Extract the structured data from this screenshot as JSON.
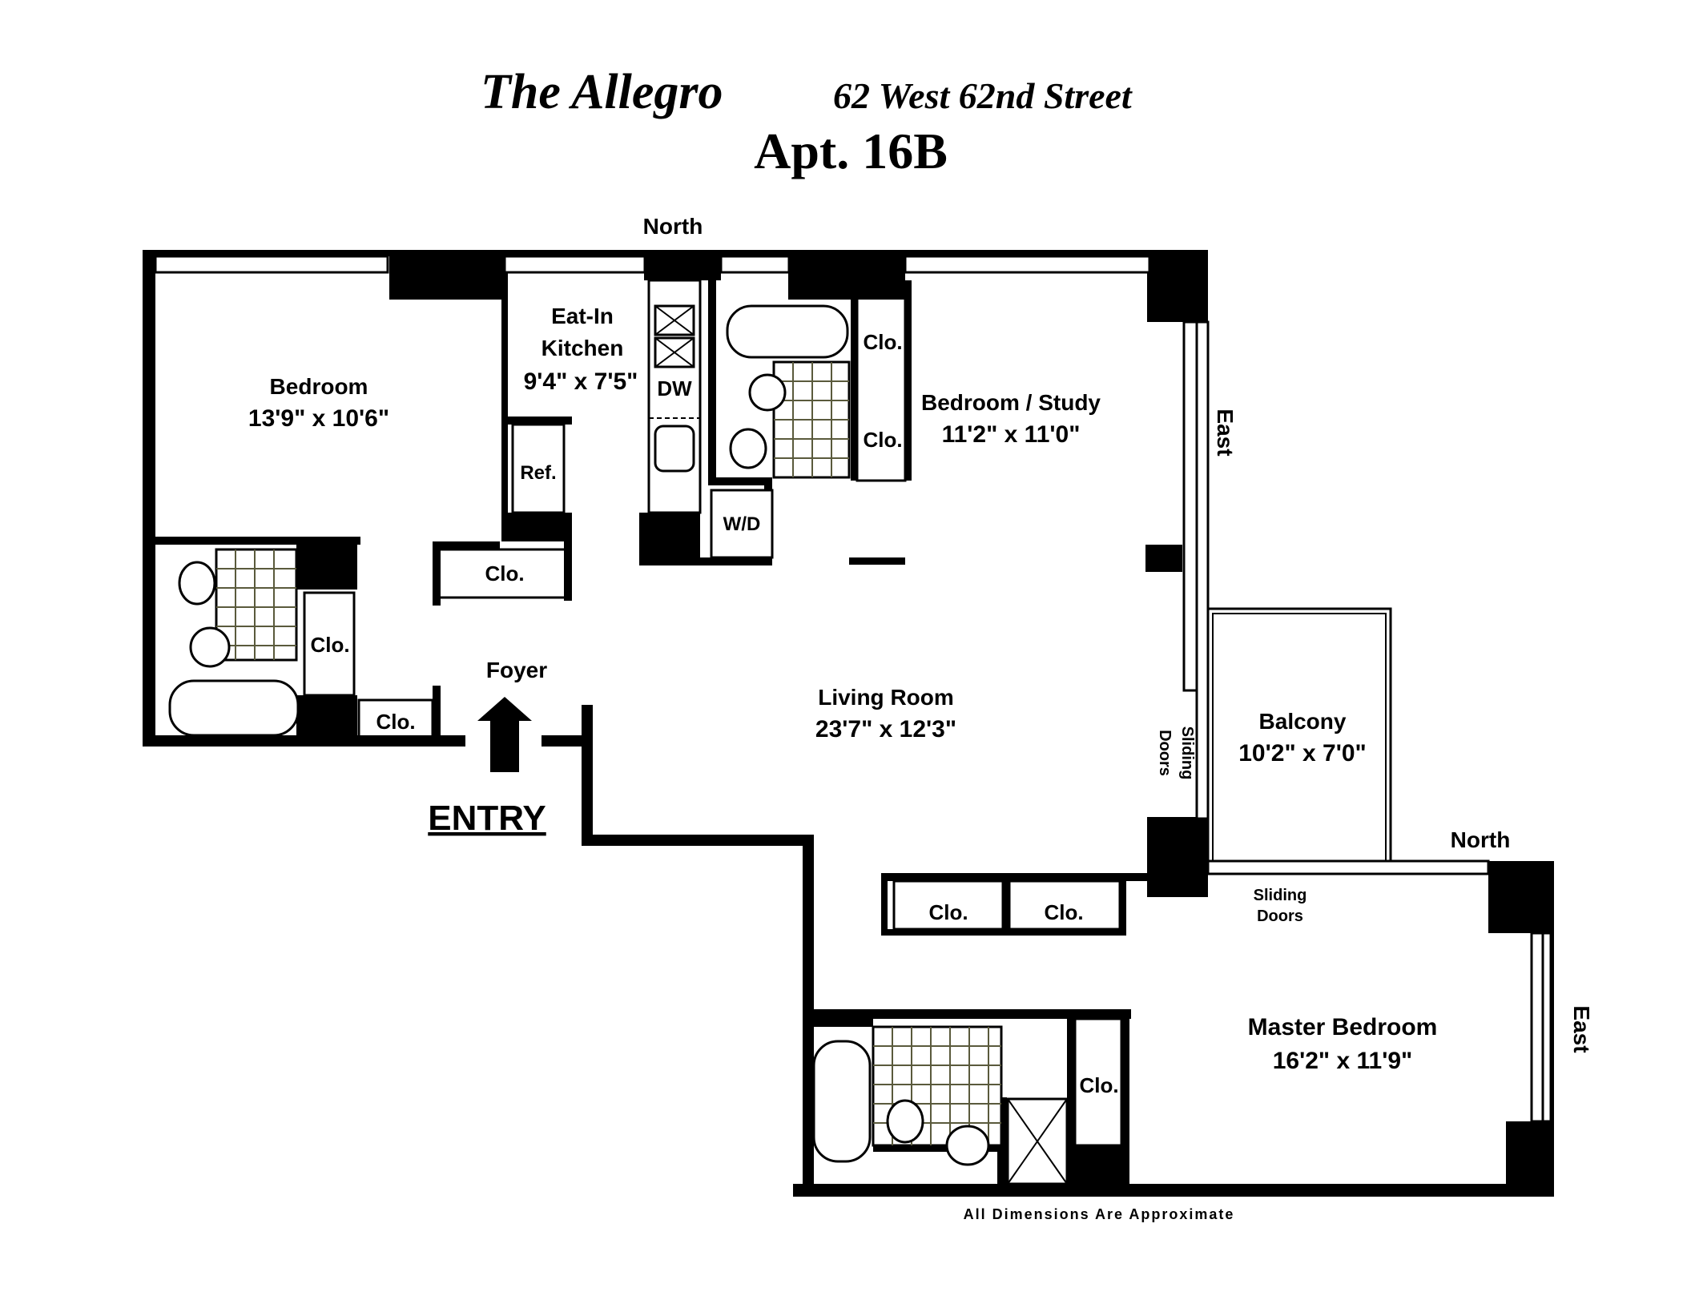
{
  "header": {
    "building": "The Allegro",
    "address": "62 West 62nd Street",
    "unit": "Apt. 16B"
  },
  "compass": {
    "north_top": "North",
    "north_right": "North",
    "east_upper": "East",
    "east_lower": "East"
  },
  "rooms": {
    "bedroom": {
      "name": "Bedroom",
      "dims": "13'9\" x 10'6\""
    },
    "kitchen": {
      "name_line1": "Eat-In",
      "name_line2": "Kitchen",
      "dims": "9'4\" x 7'5\""
    },
    "study": {
      "name": "Bedroom / Study",
      "dims": "11'2\" x 11'0\""
    },
    "living": {
      "name": "Living Room",
      "dims": "23'7\" x 12'3\""
    },
    "balcony": {
      "name": "Balcony",
      "dims": "10'2\" x 7'0\""
    },
    "master": {
      "name": "Master Bedroom",
      "dims": "16'2\" x 11'9\""
    },
    "foyer": {
      "name": "Foyer"
    }
  },
  "labels": {
    "closet": "Clo.",
    "dishwasher": "DW",
    "refrigerator": "Ref.",
    "washer_dryer": "W/D",
    "sliding": "Sliding",
    "doors": "Doors",
    "sliding_doors": "Sliding Doors",
    "entry": "ENTRY",
    "footnote": "All Dimensions Are Approximate"
  }
}
